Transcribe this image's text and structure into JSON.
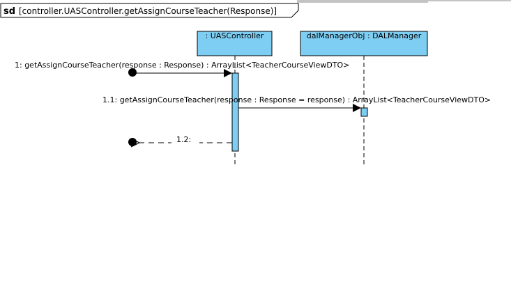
{
  "frame": {
    "keyword": "sd",
    "title": "[controller.UASController.getAssignCourseTeacher(Response)]"
  },
  "lifelines": [
    {
      "name": ": UASController"
    },
    {
      "name": "dalManagerObj : DALManager"
    }
  ],
  "messages": [
    {
      "label": "1: getAssignCourseTeacher(response : Response) : ArrayList<TeacherCourseViewDTO>",
      "kind": "found-sync"
    },
    {
      "label": "1.1: getAssignCourseTeacher(response : Response = response) : ArrayList<TeacherCourseViewDTO>",
      "kind": "sync"
    },
    {
      "label": "1.2:",
      "kind": "lost-reply"
    }
  ],
  "colors": {
    "lifeline_fill": "#7ecef4",
    "line": "#000000",
    "background": "#ffffff"
  }
}
